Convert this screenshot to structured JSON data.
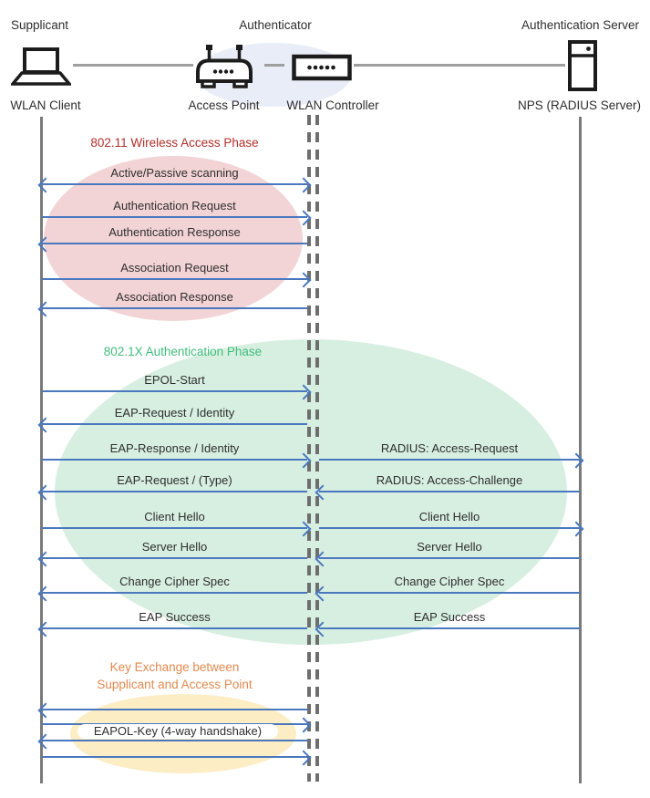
{
  "header": {
    "supplicant": "Supplicant",
    "authenticator": "Authenticator",
    "auth_server": "Authentication Server"
  },
  "nodes": {
    "wlan_client": "WLAN Client",
    "access_point": "Access Point",
    "wlan_controller": "WLAN Controller",
    "nps": "NPS (RADIUS Server)"
  },
  "phases": {
    "p1": {
      "title": "802.11 Wireless Access Phase",
      "title_color": "#b12f2a",
      "ellipse_fill": "#f3d4d6"
    },
    "p2": {
      "title": "802.1X Authentication Phase",
      "title_color": "#41bd7b",
      "ellipse_fill": "#d7efe1"
    },
    "p3": {
      "title_line1": "Key Exchange between",
      "title_line2": "Supplicant and Access Point",
      "title_color": "#e2894f",
      "ellipse_fill": "#fdedc5"
    }
  },
  "messages": {
    "left": [
      {
        "label": "Active/Passive scanning",
        "direction": "both"
      },
      {
        "label": "Authentication Request",
        "direction": "right"
      },
      {
        "label": "Authentication Response",
        "direction": "left"
      },
      {
        "label": "Association Request",
        "direction": "right"
      },
      {
        "label": "Association Response",
        "direction": "left"
      },
      {
        "label": "EPOL-Start",
        "direction": "right"
      },
      {
        "label": "EAP-Request / Identity",
        "direction": "left"
      },
      {
        "label": "EAP-Response / Identity",
        "direction": "right"
      },
      {
        "label": "EAP-Request / (Type)",
        "direction": "left"
      },
      {
        "label": "Client Hello",
        "direction": "right"
      },
      {
        "label": "Server Hello",
        "direction": "left"
      },
      {
        "label": "Change Cipher Spec",
        "direction": "left"
      },
      {
        "label": "EAP Success",
        "direction": "left"
      },
      {
        "label": "EAPOL-Key (4-way handshake)",
        "direction": "left"
      }
    ],
    "right": [
      {
        "label": "RADIUS: Access-Request",
        "direction": "right"
      },
      {
        "label": "RADIUS: Access-Challenge",
        "direction": "left"
      },
      {
        "label": "Client Hello",
        "direction": "right"
      },
      {
        "label": "Server Hello",
        "direction": "left"
      },
      {
        "label": "Change Cipher Spec",
        "direction": "left"
      },
      {
        "label": "EAP Success",
        "direction": "left"
      }
    ]
  },
  "colors": {
    "arrow": "#4a78be",
    "lifeline": "#7a7a7a",
    "authenticator_highlight": "#e9edf7"
  }
}
